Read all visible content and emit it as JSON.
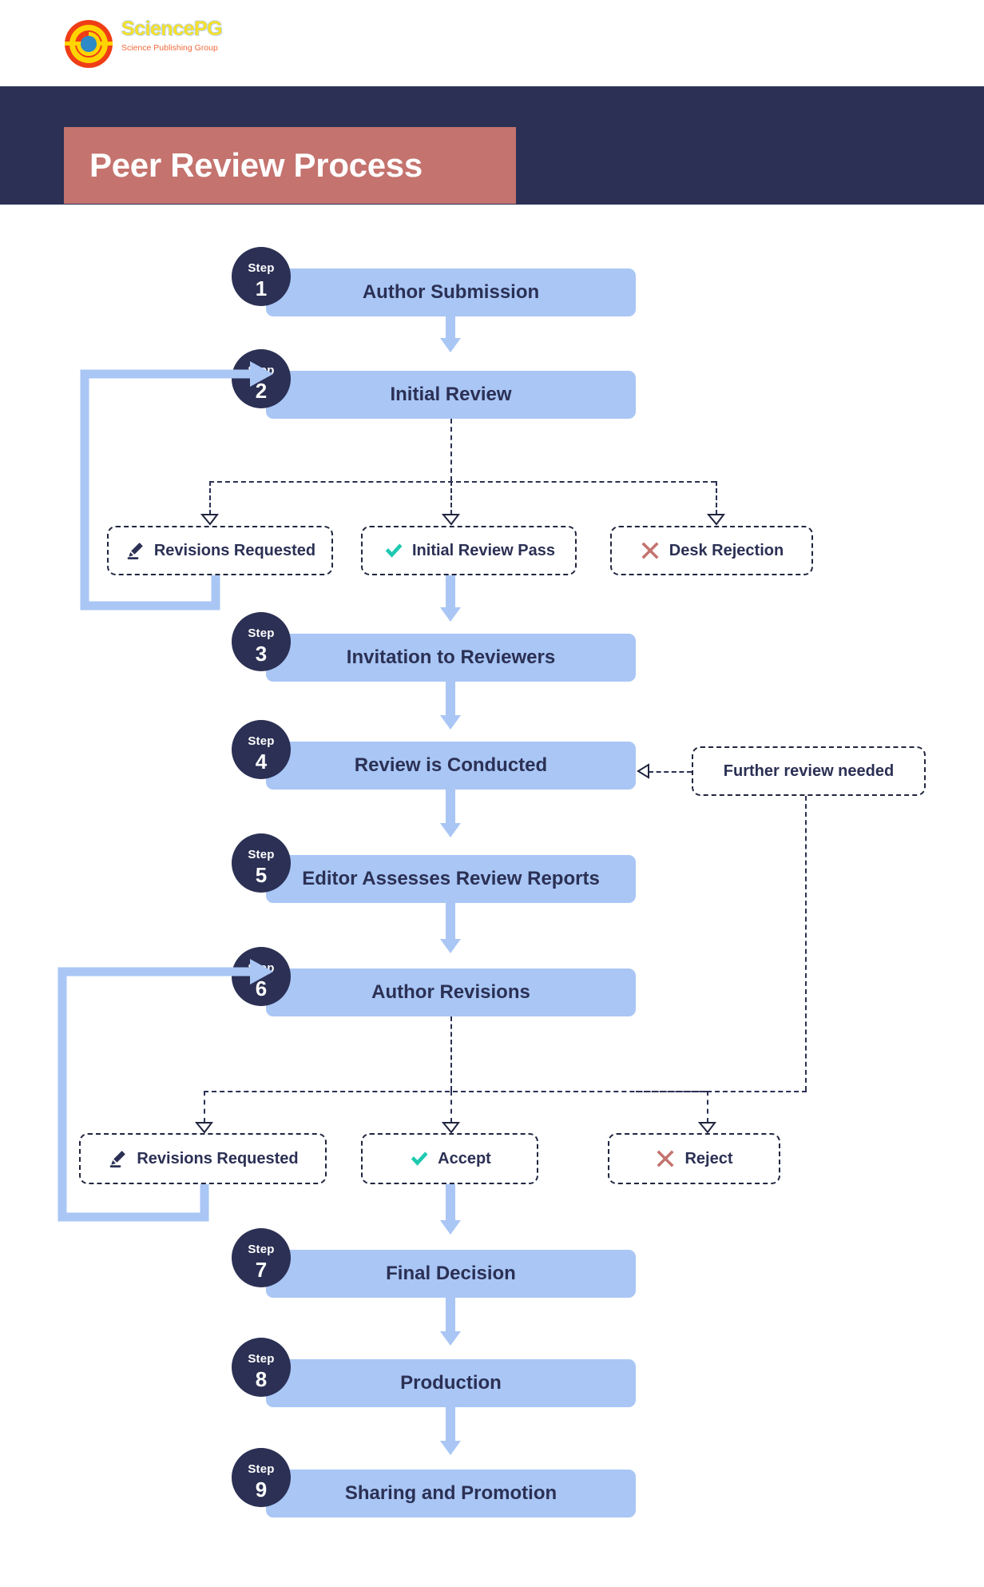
{
  "brand": {
    "name": "SciencePG",
    "tagline": "Science Publishing Group",
    "logo_icon": "sciencepg-circle-logo"
  },
  "header": {
    "title": "Peer Review Process",
    "band_color": "#2b3054",
    "plate_color": "#c4736e",
    "title_color": "#ffffff"
  },
  "theme": {
    "step_box_color": "#a9c6f5",
    "badge_color": "#2b3054",
    "text_color": "#2b3054",
    "check_color": "#1ec9b0",
    "cross_color": "#c4736e",
    "pencil_color": "#2b3054",
    "dash_color": "#20253f"
  },
  "flow": {
    "step_word": "Step",
    "steps": [
      {
        "num": "1",
        "label": "Author Submission"
      },
      {
        "num": "2",
        "label": "Initial Review"
      },
      {
        "num": "3",
        "label": "Invitation to Reviewers"
      },
      {
        "num": "4",
        "label": "Review is Conducted"
      },
      {
        "num": "5",
        "label": "Editor Assesses Review Reports"
      },
      {
        "num": "6",
        "label": "Author Revisions"
      },
      {
        "num": "7",
        "label": "Final Decision"
      },
      {
        "num": "8",
        "label": "Production"
      },
      {
        "num": "9",
        "label": "Sharing and Promotion"
      }
    ],
    "branch_one": [
      {
        "label": "Revisions Requested",
        "icon": "pencil-icon"
      },
      {
        "label": "Initial Review Pass",
        "icon": "check-icon"
      },
      {
        "label": "Desk Rejection",
        "icon": "cross-icon"
      }
    ],
    "branch_two": [
      {
        "label": "Revisions Requested",
        "icon": "pencil-icon"
      },
      {
        "label": "Accept",
        "icon": "check-icon"
      },
      {
        "label": "Reject",
        "icon": "cross-icon"
      }
    ],
    "note": {
      "label": "Further review needed"
    }
  }
}
